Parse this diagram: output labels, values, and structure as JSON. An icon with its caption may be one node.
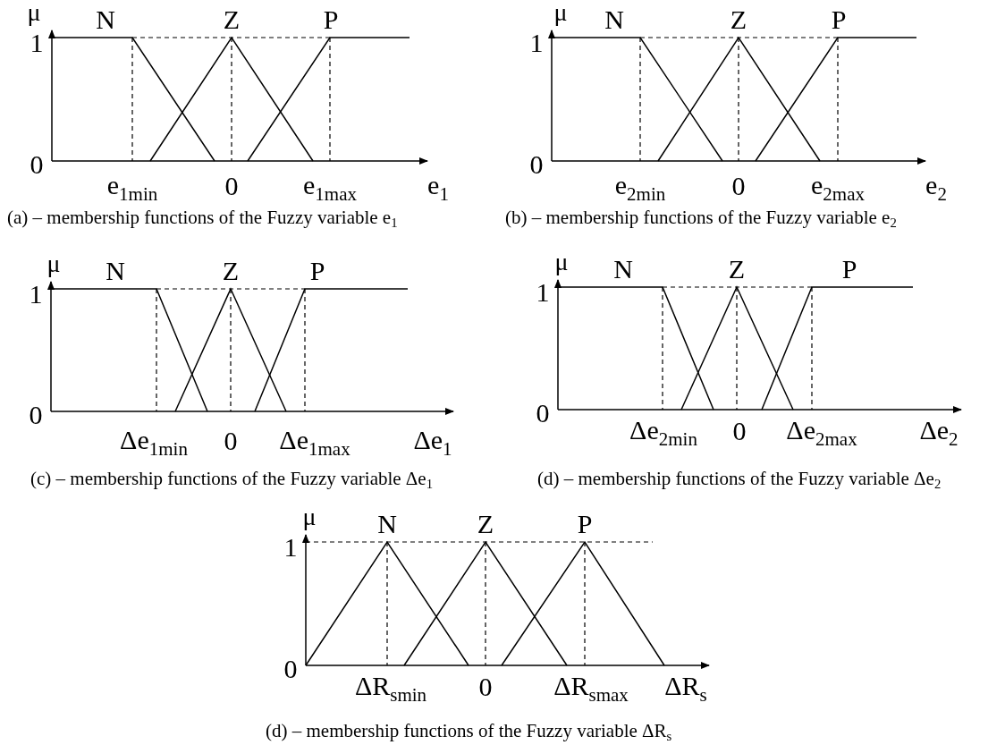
{
  "diagram": {
    "labels": [
      "μ",
      "1",
      "N",
      "Z",
      "P",
      "0",
      "e$_{1min}$",
      "0",
      "e$_{1max}$",
      "e$_{1}$",
      "(a) – membership functions of the Fuzzy variable e$_{1}$",
      "μ",
      "1",
      "N",
      "Z",
      "P",
      "0",
      "e$_{2min}$",
      "0",
      "e$_{2max}$",
      "e$_{2}$",
      "(b) – membership functions of the Fuzzy variable e$_{2}$",
      "μ",
      "1",
      "N",
      "Z",
      "P",
      "0",
      "Δe$_{1min}$",
      "0",
      "Δe$_{1max}$",
      "Δe$_{1}$",
      "(c) – membership functions of the Fuzzy variable Δe$_{1}$",
      "μ",
      "1",
      "N",
      "Z",
      "P",
      "0",
      "Δe$_{2min}$",
      "0",
      "Δe$_{2max}$",
      "Δe$_{2}$",
      "(d) – membership functions of the Fuzzy variable Δe$_{2}$",
      "μ",
      "1",
      "N",
      "Z",
      "P",
      "0",
      "ΔR$_{smin}$",
      "0",
      "ΔR$_{smax}$",
      "ΔR$_{s}$",
      "(d) – membership functions of the Fuzzy variable ΔR$_{s}$"
    ]
  }
}
